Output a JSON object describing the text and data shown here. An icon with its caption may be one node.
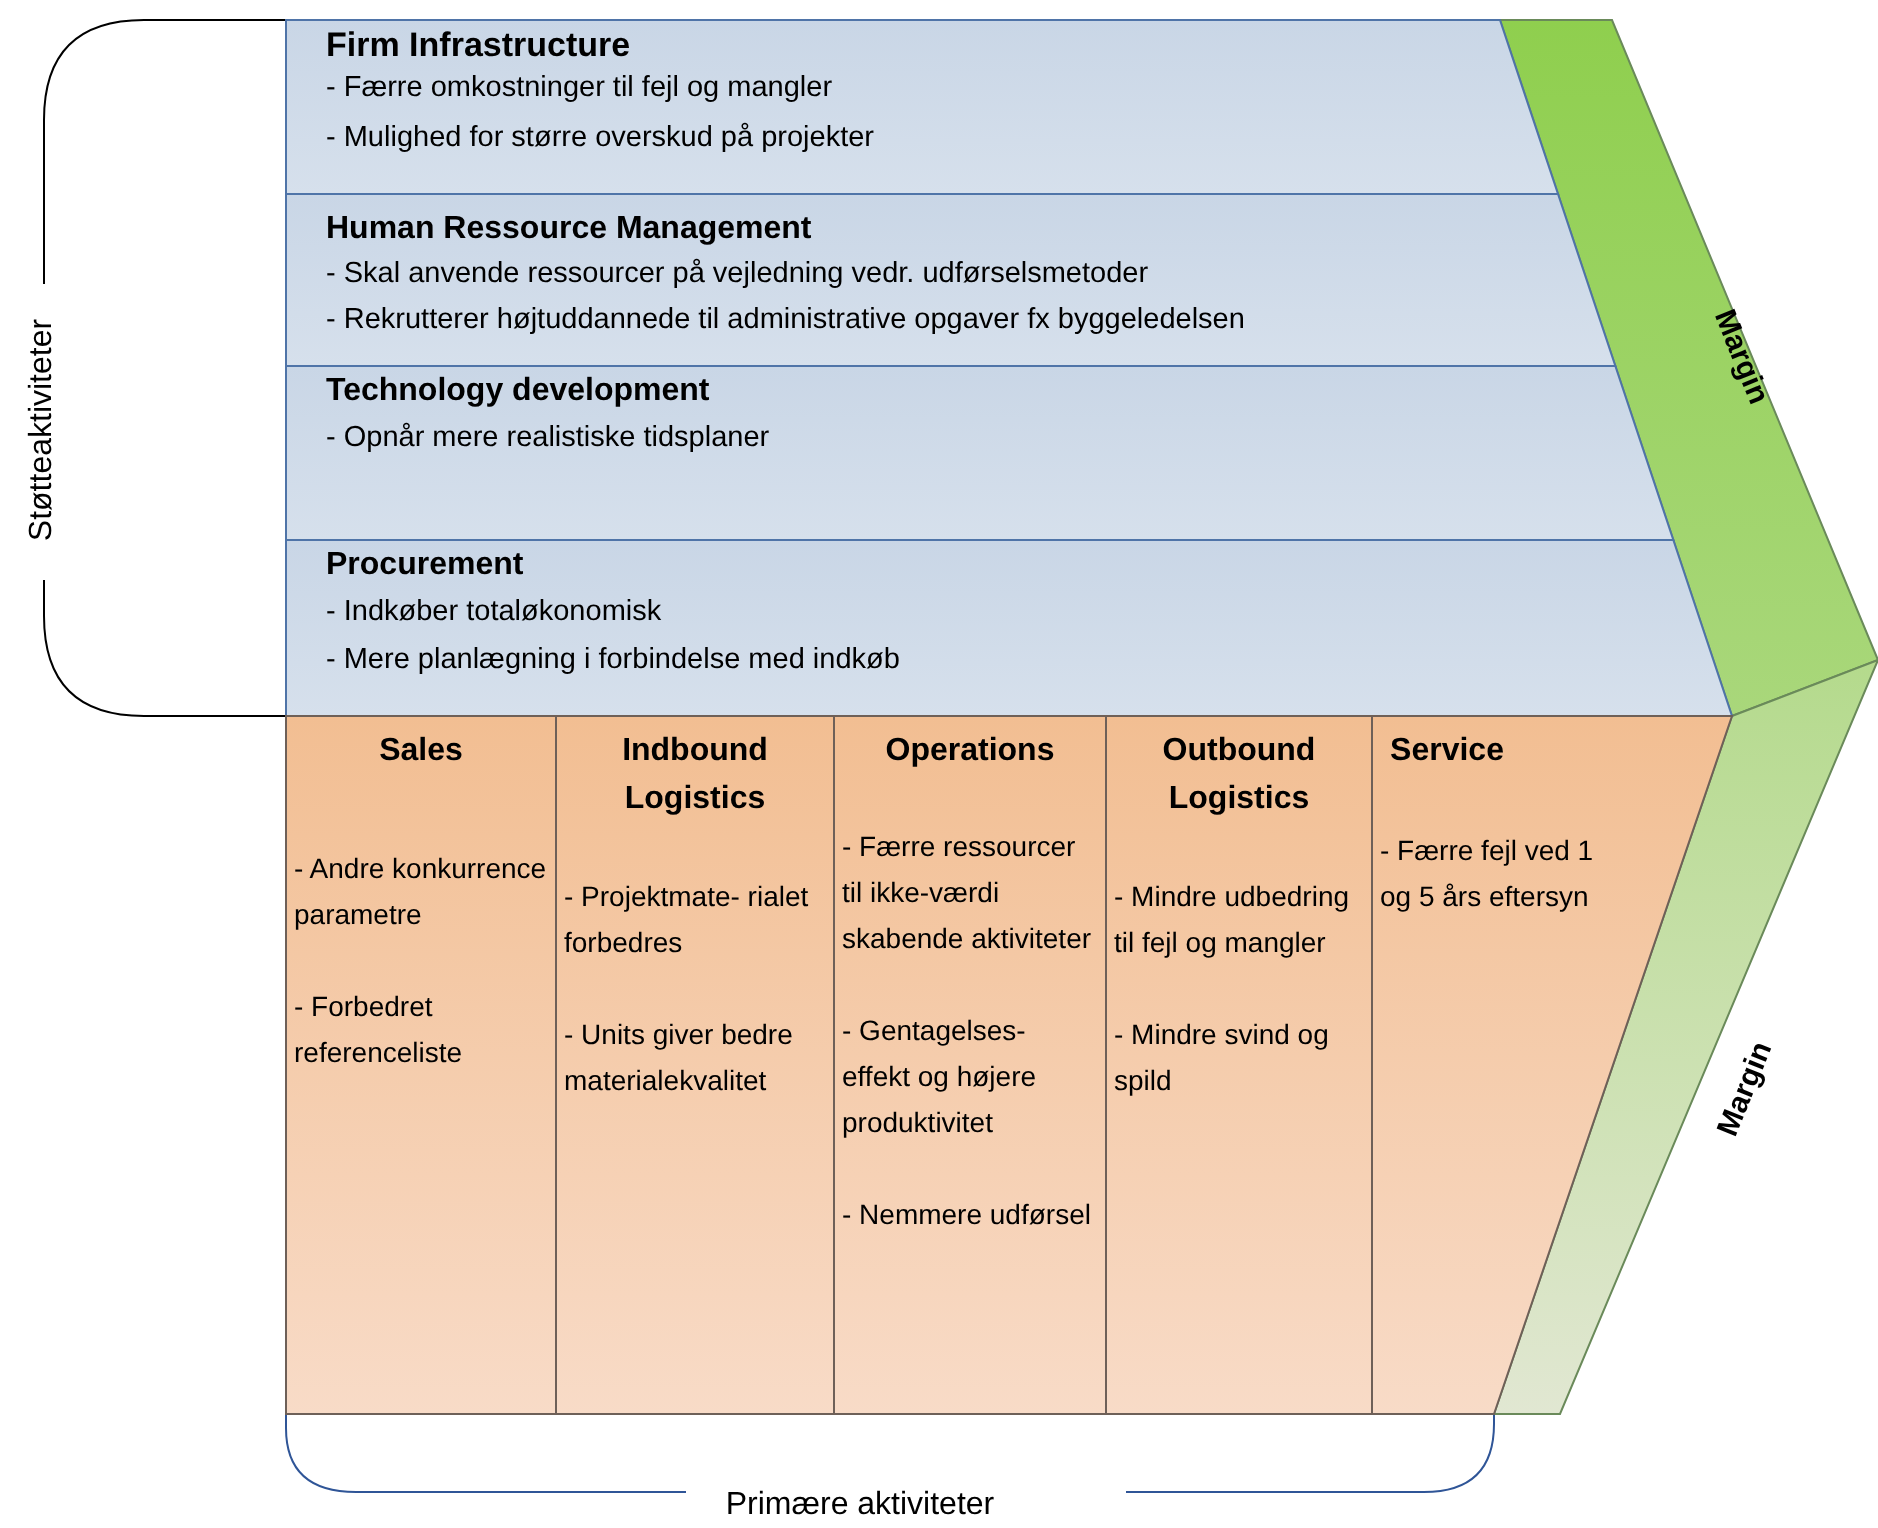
{
  "diagram": {
    "nodes": [
      {
        "text": [
          "Firm Infrastructure",
          "- Færre omkostninger til fejl og mangler",
          "- Mulighed for større overskud på projekter"
        ]
      },
      {
        "text": [
          "Human Ressource Management",
          "- Skal anvende ressourcer på vejledning  vedr. udførselsmetoder",
          "- Rekrutterer højtuddannede til administrative opgaver fx byggeledelsen"
        ]
      },
      {
        "text": [
          "Technology development",
          "- Opnår mere realistiske tidsplaner"
        ]
      },
      {
        "text": [
          "Procurement",
          "- Indkøber totaløkonomisk",
          "- Mere planlægning i forbindelse med indkøb"
        ]
      },
      {
        "text": [
          "Sales",
          "- Andre konkurrence parametre",
          "- Forbedret referenceliste"
        ]
      },
      {
        "text": [
          "Indbound Logistics",
          "- Projektmate- rialet forbedres",
          "- Units giver bedre materialekvalitet"
        ]
      },
      {
        "text": [
          "Operations",
          "- Færre ressourcer til ikke-værdi skabende aktiviteter",
          "- Gentagelses- effekt og højere produktivitet",
          "- Nemmere udførsel"
        ]
      },
      {
        "text": [
          "Outbound Logistics",
          "- Mindre udbedring til fejl og mangler",
          "- Mindre svind og spild"
        ]
      },
      {
        "text": [
          "Service",
          "- Færre fejl ved 1 og 5 års eftersyn"
        ]
      },
      {
        "text": [
          "Margin"
        ]
      },
      {
        "text": [
          "Margin"
        ]
      }
    ],
    "labels": [
      "Støtteaktiviteter",
      "Primære aktiviteter"
    ]
  }
}
